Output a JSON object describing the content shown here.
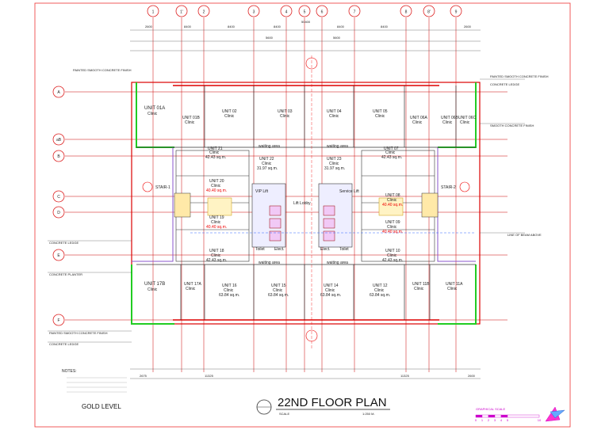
{
  "title": "22ND FLOOR PLAN",
  "scale_label": "SCALE",
  "scale_value": "1:250 M.",
  "level": "GOLD   LEVEL",
  "notes_label": "NOTES:",
  "graphical_scale_label": "GRAPHICAL SCALE",
  "graphical_scale_ticks": [
    "0",
    "1",
    "2",
    "3",
    "4",
    "5",
    "10"
  ],
  "col_grids": [
    "1",
    "1'",
    "2",
    "3",
    "4",
    "5",
    "6",
    "7",
    "8",
    "8'",
    "9"
  ],
  "row_grids": [
    "A",
    "aB",
    "B",
    "C",
    "D",
    "E",
    "F"
  ],
  "top_dims": [
    "2600",
    "8400",
    "8400",
    "8400",
    "8400",
    "8400",
    "2600"
  ],
  "mid_dims": [
    "5600",
    "5600"
  ],
  "total_dim": "50400",
  "bottom_dims": [
    "2675",
    "11325",
    "11325",
    "2600"
  ],
  "units_top": [
    {
      "name": "UNIT 01A",
      "use": "Clinic"
    },
    {
      "name": "UNIT 01B",
      "use": "Clinic"
    },
    {
      "name": "UNIT 02",
      "use": "Clinic"
    },
    {
      "name": "UNIT 03",
      "use": "Clinic"
    },
    {
      "name": "UNIT 04",
      "use": "Clinic"
    },
    {
      "name": "UNIT 05",
      "use": "Clinic"
    },
    {
      "name": "UNIT 06A",
      "use": "Clinic"
    },
    {
      "name": "UNIT 06B",
      "use": "Clinic"
    },
    {
      "name": "UNIT 06C",
      "use": "Clinic"
    }
  ],
  "units_mid": [
    {
      "name": "UNIT 21",
      "use": "Clinic",
      "area": "42.43 sq.m."
    },
    {
      "name": "UNIT 22",
      "use": "Clinic",
      "area": "31.97 sq.m."
    },
    {
      "name": "UNIT 23",
      "use": "Clinic",
      "area": "31.97 sq.m."
    },
    {
      "name": "UNIT 07",
      "use": "Clinic",
      "area": "42.43 sq.m."
    },
    {
      "name": "UNIT 20",
      "use": "Clinic",
      "area": "40.40 sq.m."
    },
    {
      "name": "UNIT 08",
      "use": "Clinic",
      "area": "40.40 sq.m."
    },
    {
      "name": "UNIT 19",
      "use": "Clinic",
      "area": "40.40 sq.m."
    },
    {
      "name": "UNIT 09",
      "use": "Clinic",
      "area": "40.40 sq.m."
    },
    {
      "name": "UNIT 18",
      "use": "Clinic",
      "area": "42.43 sq.m."
    },
    {
      "name": "UNIT 10",
      "use": "Clinic",
      "area": "42.43 sq.m."
    }
  ],
  "units_bottom": [
    {
      "name": "UNIT 17B",
      "use": "Clinic",
      "area": ""
    },
    {
      "name": "UNIT 17A",
      "use": "Clinic",
      "area": ""
    },
    {
      "name": "UNIT 16",
      "use": "Clinic",
      "area": "63.84 sq.m."
    },
    {
      "name": "UNIT 15",
      "use": "Clinic",
      "area": "63.84 sq.m."
    },
    {
      "name": "UNIT 14",
      "use": "Clinic",
      "area": "63.84 sq.m."
    },
    {
      "name": "UNIT 12",
      "use": "Clinic",
      "area": "63.84 sq.m."
    },
    {
      "name": "UNIT 11B",
      "use": "Clinic",
      "area": ""
    },
    {
      "name": "UNIT 11A",
      "use": "Clinic",
      "area": ""
    }
  ],
  "rooms": {
    "stair1": "STAIR-1",
    "stair2": "STAIR-2",
    "lift_lobby": "Lift Lobby",
    "vip_lift": "VIP Lift",
    "service_lift": "Service Lift",
    "waiting_top_l": "waiting area",
    "waiting_top_r": "waiting area",
    "waiting_bot_l": "waiting area",
    "waiting_bot_r": "waiting area",
    "toilet_l": "Toilet",
    "toilet_r": "Toilet",
    "elec_l": "Elect.",
    "elec_r": "Elect."
  },
  "annotations_left": [
    "PAINTED SMOOTH CONCRETE FINISH",
    "CONCRETE LEDGE",
    "CONCRETE PLANTER",
    "PAINTED SMOOTH CONCRETE FINISH",
    "CONCRETE LEDGE"
  ],
  "annotations_right": [
    "PAINTED SMOOTH CONCRETE FINISH",
    "CONCRETE LEDGE",
    "SMOOTH CONCRETE FINISH",
    "LINE OF BEAM ABOVE"
  ],
  "colors": {
    "grid": "#cc0000",
    "wall": "#333333",
    "accent_green": "#22cc22",
    "accent_red": "#ee0000",
    "accent_blue": "#3355ff",
    "scale_magenta": "#cc00cc"
  }
}
